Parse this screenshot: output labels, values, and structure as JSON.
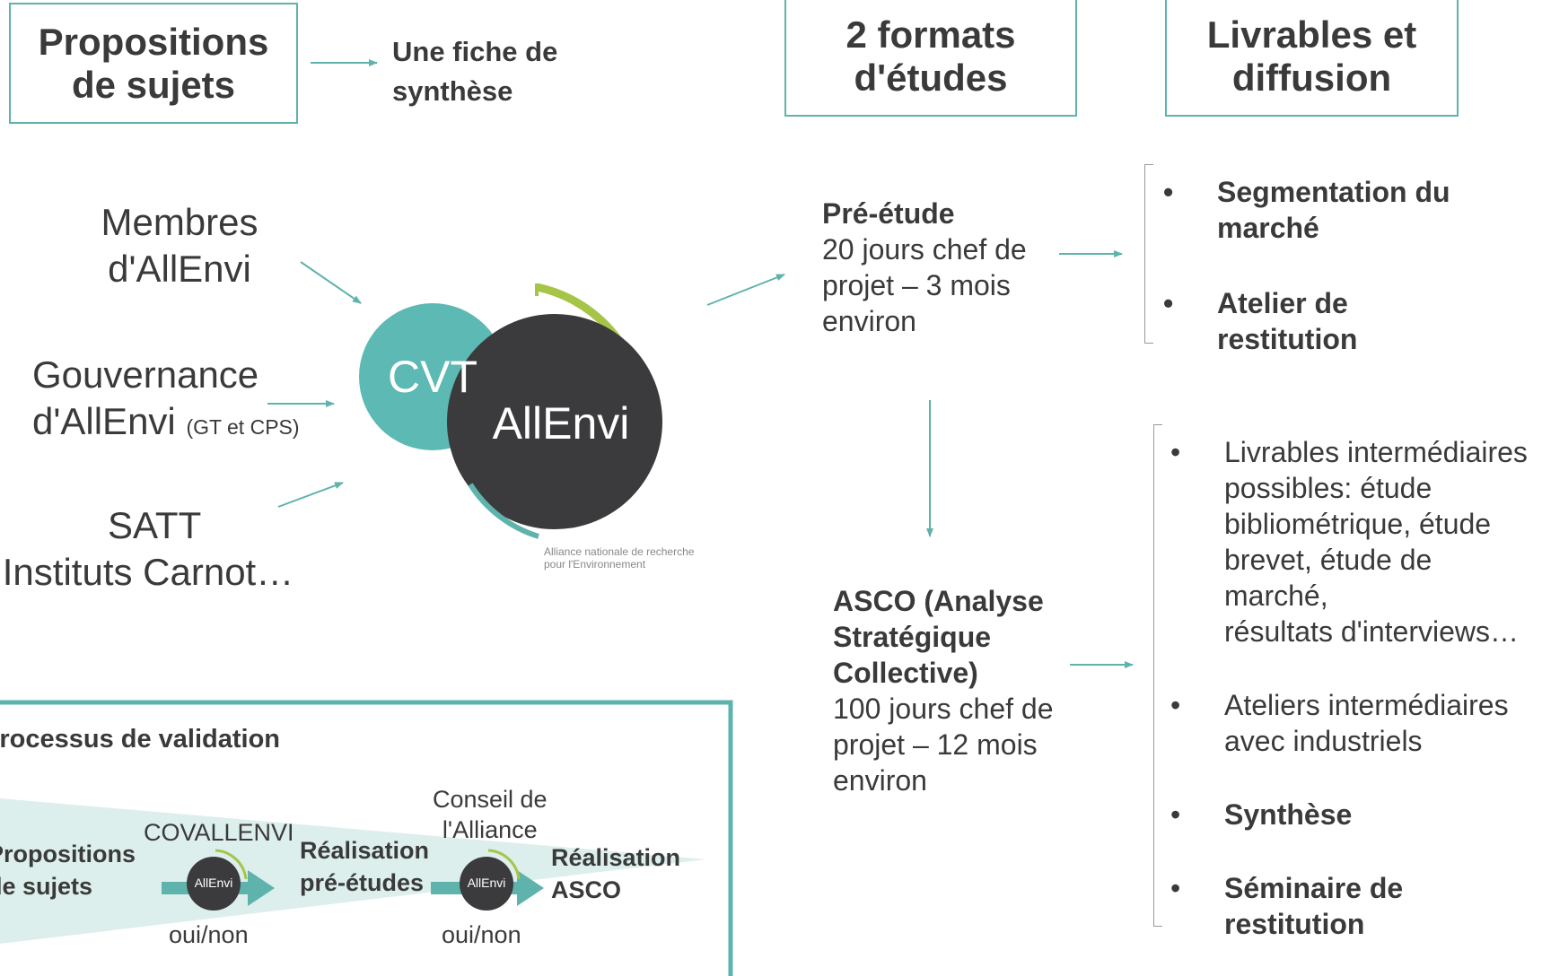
{
  "headers": {
    "propositions": "Propositions de sujets",
    "fiche": "Une fiche de synthèse",
    "formats": "2 formats d'études",
    "livrables": "Livrables et diffusion"
  },
  "sources": {
    "membres_1": "Membres",
    "membres_2": "d'AllEnvi",
    "gouv_1": "Gouvernance",
    "gouv_2": "d'AllEnvi",
    "gouv_paren": "(GT et CPS)",
    "satt": "SATT",
    "carnot": "Instituts Carnot…"
  },
  "logo": {
    "cvt": "CVT",
    "allenvi": "AllEnvi",
    "tagline_1": "Alliance nationale de recherche",
    "tagline_2": "pour l'Environnement"
  },
  "pre_etude": {
    "title": "Pré-étude",
    "line1": "20 jours chef de",
    "line2": "projet – 3 mois",
    "line3": "environ"
  },
  "asco": {
    "title1": "ASCO (Analyse",
    "title2": "Stratégique",
    "title3": "Collective)",
    "line1": "100 jours chef de",
    "line2": "projet – 12 mois",
    "line3": "environ"
  },
  "deliverables_pre": [
    {
      "line1": "Segmentation du",
      "line2": "marché",
      "bold": true
    },
    {
      "line1": "Atelier de",
      "line2": "restitution",
      "bold": true
    }
  ],
  "deliverables_asco": {
    "item1": [
      "Livrables intermédiaires",
      "possibles: étude",
      "bibliométrique, étude",
      "brevet, étude de marché,",
      "résultats d'interviews…"
    ],
    "item2": [
      "Ateliers intermédiaires",
      "avec industriels"
    ],
    "item3": "Synthèse",
    "item4": "Séminaire de restitution"
  },
  "bullet": "•",
  "validation": {
    "title": "Processus de validation",
    "step1_1": "Propositions",
    "step1_2": "de sujets",
    "covallenvi": "COVALLENVI",
    "oui_non_1": "oui/non",
    "step2_1": "Réalisation",
    "step2_2": "pré-études",
    "conseil_1": "Conseil de",
    "conseil_2": "l'Alliance",
    "oui_non_2": "oui/non",
    "step3_1": "Réalisation",
    "step3_2": "ASCO",
    "mini_logo": "AllEnvi"
  },
  "colors": {
    "teal": "#5fb3ad",
    "cvt": "#5db9b3",
    "dark_circle": "#3b3a3c",
    "green_arc": "#a6c548",
    "text": "#3a3a3a",
    "wedge": "#dcefec"
  }
}
